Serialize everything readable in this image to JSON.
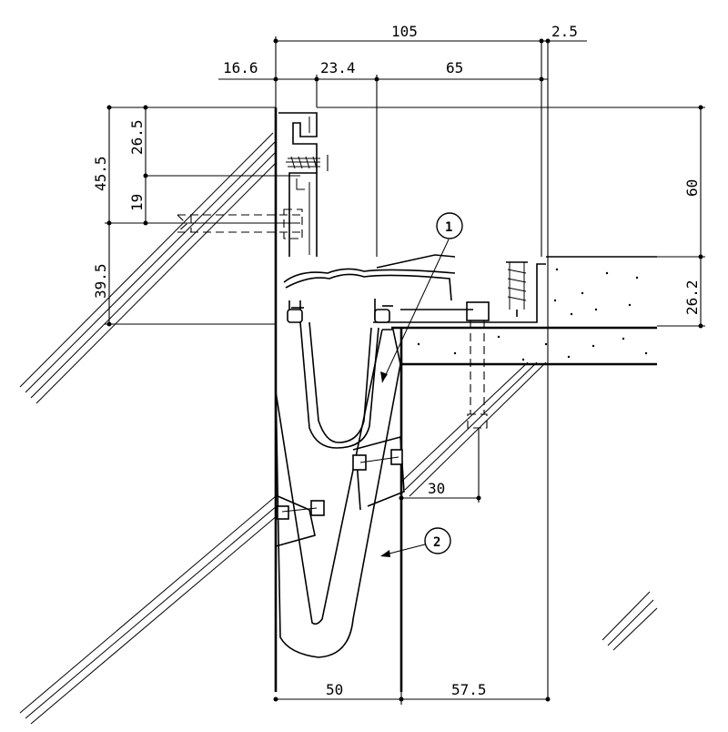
{
  "dimensions": {
    "top_overall": "105",
    "top_gap": "2.5",
    "top_left": "16.6",
    "top_mid": "23.4",
    "top_right": "65",
    "left_outer_upper": "45.5",
    "left_inner_upper": "26.5",
    "left_inner_lower": "19",
    "left_outer_lower": "39.5",
    "right_upper": "60",
    "right_lower": "26.2",
    "inner_offset": "30",
    "bottom_left": "50",
    "bottom_right": "57.5"
  },
  "callouts": [
    {
      "id": "1",
      "label": "1"
    },
    {
      "id": "2",
      "label": "2"
    }
  ]
}
